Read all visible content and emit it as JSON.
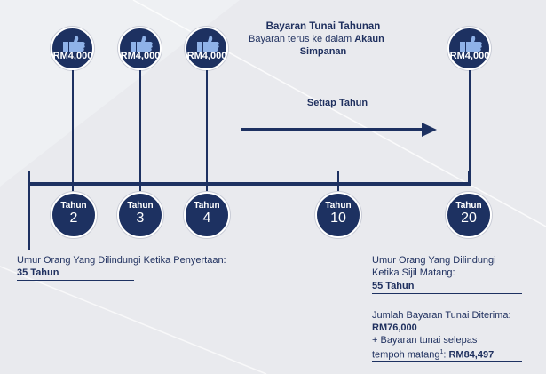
{
  "header": {
    "title": "Bayaran Tunai Tahunan",
    "line2_prefix": "Bayaran terus ke dalam ",
    "line2_bold": "Akaun",
    "line3": "Simpanan"
  },
  "arrow_label": "Setiap Tahun",
  "payouts": [
    {
      "amount": "RM4,000",
      "icon": "thumbs-up-icon"
    },
    {
      "amount": "RM4,000",
      "icon": "thumbs-up-icon"
    },
    {
      "amount": "RM4,000",
      "icon": "thumbs-up-icon"
    },
    {
      "amount": "RM4,000",
      "icon": "thumbs-up-icon"
    }
  ],
  "years": [
    {
      "label": "Tahun",
      "value": "2"
    },
    {
      "label": "Tahun",
      "value": "3"
    },
    {
      "label": "Tahun",
      "value": "4"
    },
    {
      "label": "Tahun",
      "value": "10"
    },
    {
      "label": "Tahun",
      "value": "20"
    }
  ],
  "entry_age": {
    "label": "Umur Orang Yang Dilindungi Ketika Penyertaan:",
    "value": "35 Tahun"
  },
  "maturity_age": {
    "label_line1": "Umur Orang Yang Dilindungi",
    "label_line2": "Ketika Sijil Matang:",
    "value": "55 Tahun"
  },
  "total": {
    "label": "Jumlah Bayaran Tunai Diterima:",
    "amount": "RM76,000",
    "extra_line1": "+ Bayaran tunai selepas",
    "extra_line2_prefix": "tempoh matang",
    "extra_sup": "1",
    "extra_line2_suffix": ": ",
    "extra_amount": "RM84,497"
  },
  "colors": {
    "navy": "#1d3161",
    "background": "#e9eaee",
    "text": "#1e2f5e"
  }
}
